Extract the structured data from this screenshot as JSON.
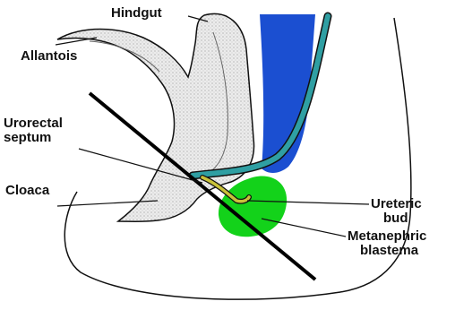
{
  "diagram": {
    "labels": {
      "hindgut": "Hindgut",
      "allantois": "Allantois",
      "urorectal_line1": "Urorectal",
      "urorectal_line2": "septum",
      "cloaca": "Cloaca",
      "ureteric_line1": "Ureteric",
      "ureteric_line2": "bud",
      "metanephric_line1": "Metanephric",
      "metanephric_line2": "blastema"
    },
    "colors": {
      "tissue_fill": "#e9e9e9",
      "outline": "#111111",
      "mesonephric_duct": "#2f9fa3",
      "blue_region": "#1b4fd1",
      "ureteric_bud": "#c9c23a",
      "metanephric_blastema": "#13d21a"
    }
  }
}
